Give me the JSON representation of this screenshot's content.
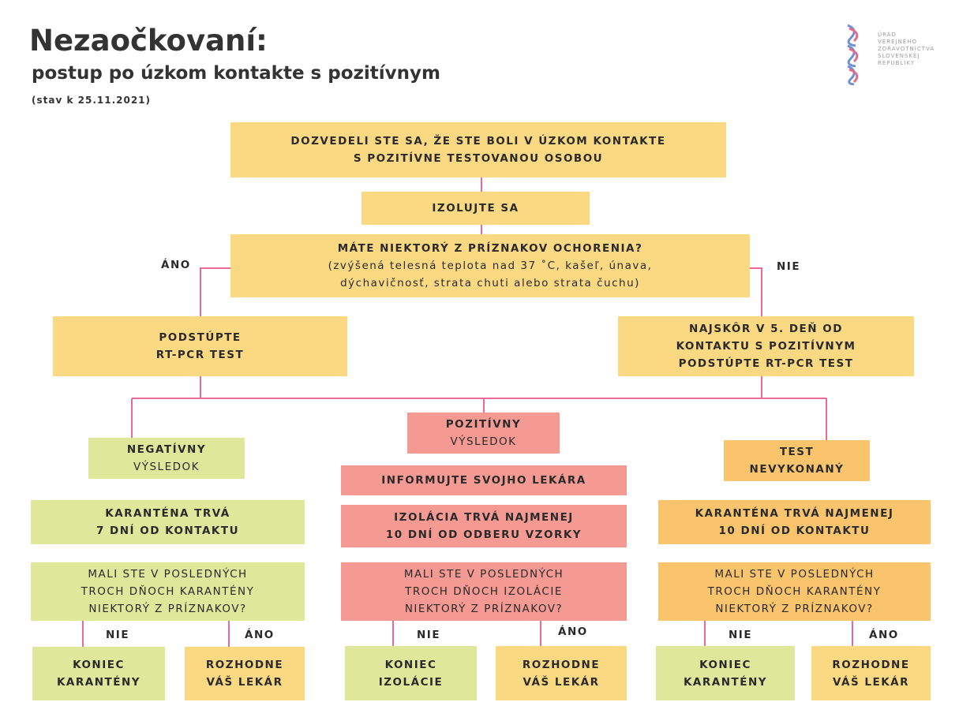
{
  "header": {
    "title": "Nezaočkovaní:",
    "subtitle": "postup po úzkom kontakte s pozitívnym",
    "date": "(stav k 25.11.2021)"
  },
  "logo": {
    "lines": [
      "ÚRAD",
      "VEREJNÉHO",
      "ZDRAVOTNÍCTVA",
      "SLOVENSKEJ",
      "REPUBLIKY"
    ]
  },
  "flow": {
    "contact": [
      "DOZVEDELI STE SA, ŽE STE BOLI V ÚZKOM KONTAKTE",
      "S POZITÍVNE TESTOVANOU OSOBOU"
    ],
    "isolate": "IZOLUJTE SA",
    "symptoms_q": "MÁTE NIEKTORÝ Z PRÍZNAKOV OCHORENIA?",
    "symptoms_list": [
      "(zvýšená telesná teplota nad 37 ˚C, kašeľ, únava,",
      "dýchavičnosť, strata chuti alebo strata čuchu)"
    ],
    "yes": "ÁNO",
    "no": "NIE",
    "test_now": [
      "PODSTÚPTE",
      "RT-PCR TEST"
    ],
    "test_day5": [
      "NAJSKÔR V 5. DEŇ OD",
      "KONTAKTU S POZITÍVNYM",
      "PODSTÚPTE RT-PCR TEST"
    ],
    "negative": {
      "result": [
        "NEGATÍVNY",
        "VÝSLEDOK"
      ],
      "quarantine": [
        "KARANTÉNA TRVÁ",
        "7 DNÍ OD KONTAKTU"
      ],
      "question": [
        "MALI STE V POSLEDNÝCH",
        "TROCH DŇOCH KARANTÉNY",
        "NIEKTORÝ Z PRÍZNAKOV?"
      ],
      "no_label": "NIE",
      "yes_label": "ÁNO",
      "end": [
        "KONIEC",
        "KARANTÉNY"
      ],
      "doctor": [
        "ROZHODNE",
        "VÁŠ LEKÁR"
      ]
    },
    "positive": {
      "result": [
        "POZITÍVNY",
        "VÝSLEDOK"
      ],
      "inform": "INFORMUJTE SVOJHO LEKÁRA",
      "isolation": [
        "IZOLÁCIA TRVÁ NAJMENEJ",
        "10 DNÍ OD ODBERU VZORKY"
      ],
      "question": [
        "MALI STE V POSLEDNÝCH",
        "TROCH DŇOCH IZOLÁCIE",
        "NIEKTORÝ Z PRÍZNAKOV?"
      ],
      "no_label": "NIE",
      "yes_label": "ÁNO",
      "end": [
        "KONIEC",
        "IZOLÁCIE"
      ],
      "doctor": [
        "ROZHODNE",
        "VÁŠ LEKÁR"
      ]
    },
    "not_done": {
      "result": [
        "TEST",
        "NEVYKONANÝ"
      ],
      "quarantine": [
        "KARANTÉNA TRVÁ NAJMENEJ",
        "10 DNÍ OD KONTAKTU"
      ],
      "question": [
        "MALI STE V POSLEDNÝCH",
        "TROCH DŇOCH KARANTÉNY",
        "NIEKTORÝ Z PRÍZNAKOV?"
      ],
      "no_label": "NIE",
      "yes_label": "ÁNO",
      "end": [
        "KONIEC",
        "KARANTÉNY"
      ],
      "doctor": [
        "ROZHODNE",
        "VÁŠ LEKÁR"
      ]
    }
  },
  "colors": {
    "yellow": "#fbd882",
    "green": "#dfe89a",
    "red": "#f59a93",
    "orange": "#f9c46b",
    "connector": "#ea6a93"
  }
}
